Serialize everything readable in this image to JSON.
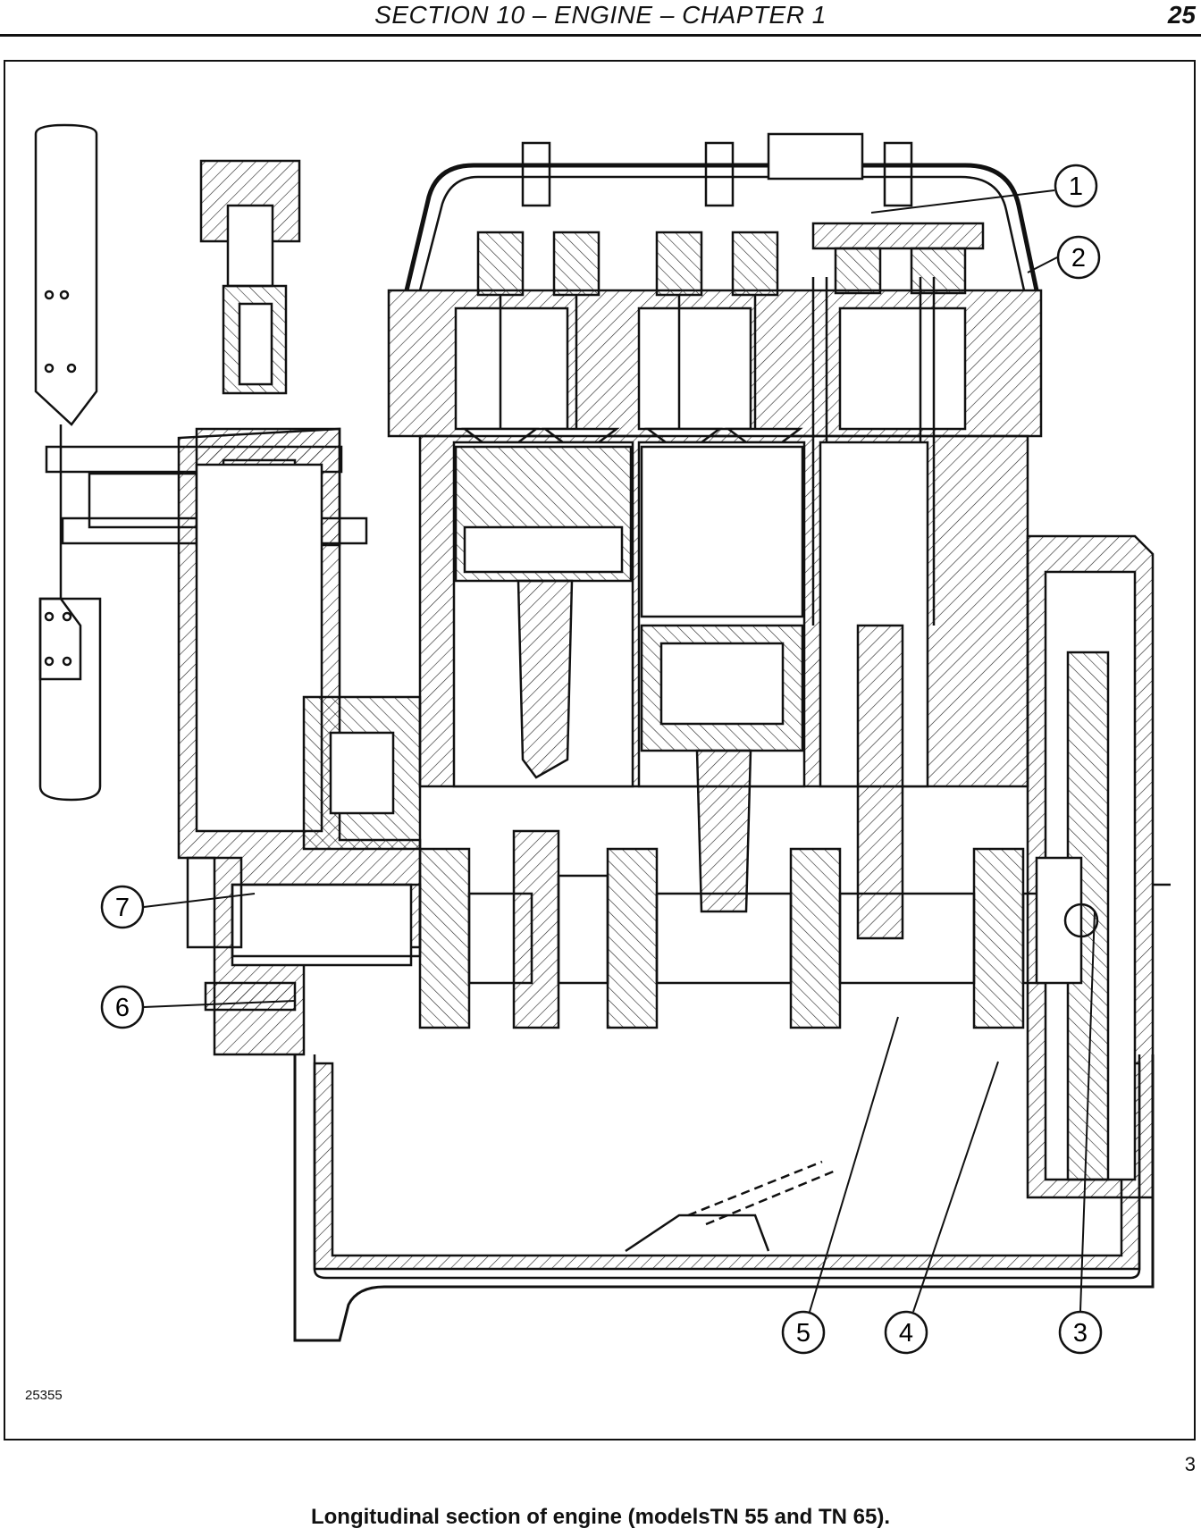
{
  "header": {
    "title": "SECTION 10 – ENGINE – CHAPTER 1",
    "page_number": "25"
  },
  "figure": {
    "id": "25355",
    "number": "3",
    "callouts": [
      {
        "label": "1"
      },
      {
        "label": "2"
      },
      {
        "label": "3"
      },
      {
        "label": "4"
      },
      {
        "label": "5"
      },
      {
        "label": "6"
      },
      {
        "label": "7"
      }
    ]
  },
  "caption": "Longitudinal section of engine (modelsTN 55 and TN 65)."
}
